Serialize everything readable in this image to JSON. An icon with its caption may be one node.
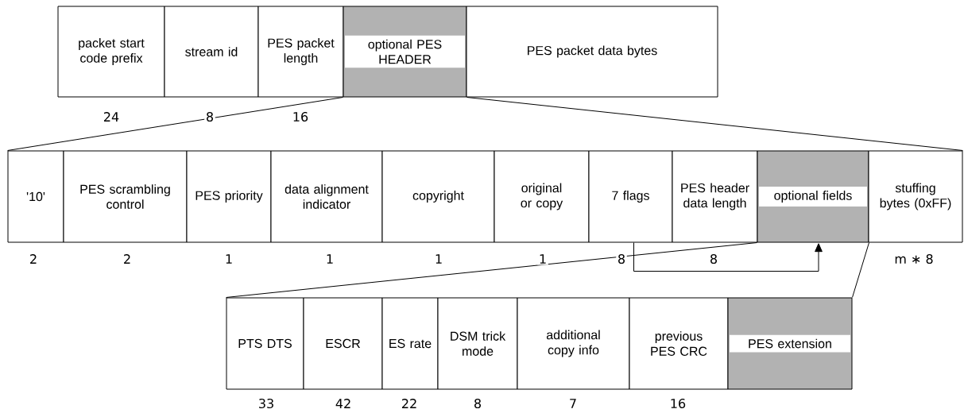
{
  "diagram": {
    "nodes": [
      {
        "text": [
          "packet start code prefix"
        ]
      },
      {
        "text": [
          "stream id"
        ]
      },
      {
        "text": [
          "PES packet length"
        ]
      },
      {
        "text": [
          "optional PES HEADER"
        ]
      },
      {
        "text": [
          "PES packet data bytes"
        ]
      },
      {
        "text": [
          "'10'"
        ]
      },
      {
        "text": [
          "PES scrambling control"
        ]
      },
      {
        "text": [
          "PES priority"
        ]
      },
      {
        "text": [
          "data alignment indicator"
        ]
      },
      {
        "text": [
          "copyright"
        ]
      },
      {
        "text": [
          "original or copy"
        ]
      },
      {
        "text": [
          "7 flags"
        ]
      },
      {
        "text": [
          "PES header data length"
        ]
      },
      {
        "text": [
          "optional fields"
        ]
      },
      {
        "text": [
          "stuffing bytes (0xFF)"
        ]
      },
      {
        "text": [
          "PTS DTS"
        ]
      },
      {
        "text": [
          "ESCR"
        ]
      },
      {
        "text": [
          "ES rate"
        ]
      },
      {
        "text": [
          "DSM trick mode"
        ]
      },
      {
        "text": [
          "additional copy info"
        ]
      },
      {
        "text": [
          "previous PES CRC"
        ]
      },
      {
        "text": [
          "PES extension"
        ]
      }
    ],
    "edges": [
      {
        "from": 3,
        "to": 5,
        "arrow": "none"
      },
      {
        "from": 3,
        "to": 14,
        "arrow": "none"
      },
      {
        "from": 13,
        "to": 15,
        "arrow": "none"
      },
      {
        "from": 13,
        "to": 21,
        "arrow": "none"
      },
      {
        "from": 11,
        "to": 13,
        "arrow": "to"
      }
    ],
    "labels": [
      "24",
      "8",
      "16",
      "2",
      "2",
      "1",
      "1",
      "1",
      "1",
      "8",
      "8",
      "m ∗ 8",
      "33",
      "42",
      "22",
      "8",
      "7",
      "16"
    ]
  }
}
